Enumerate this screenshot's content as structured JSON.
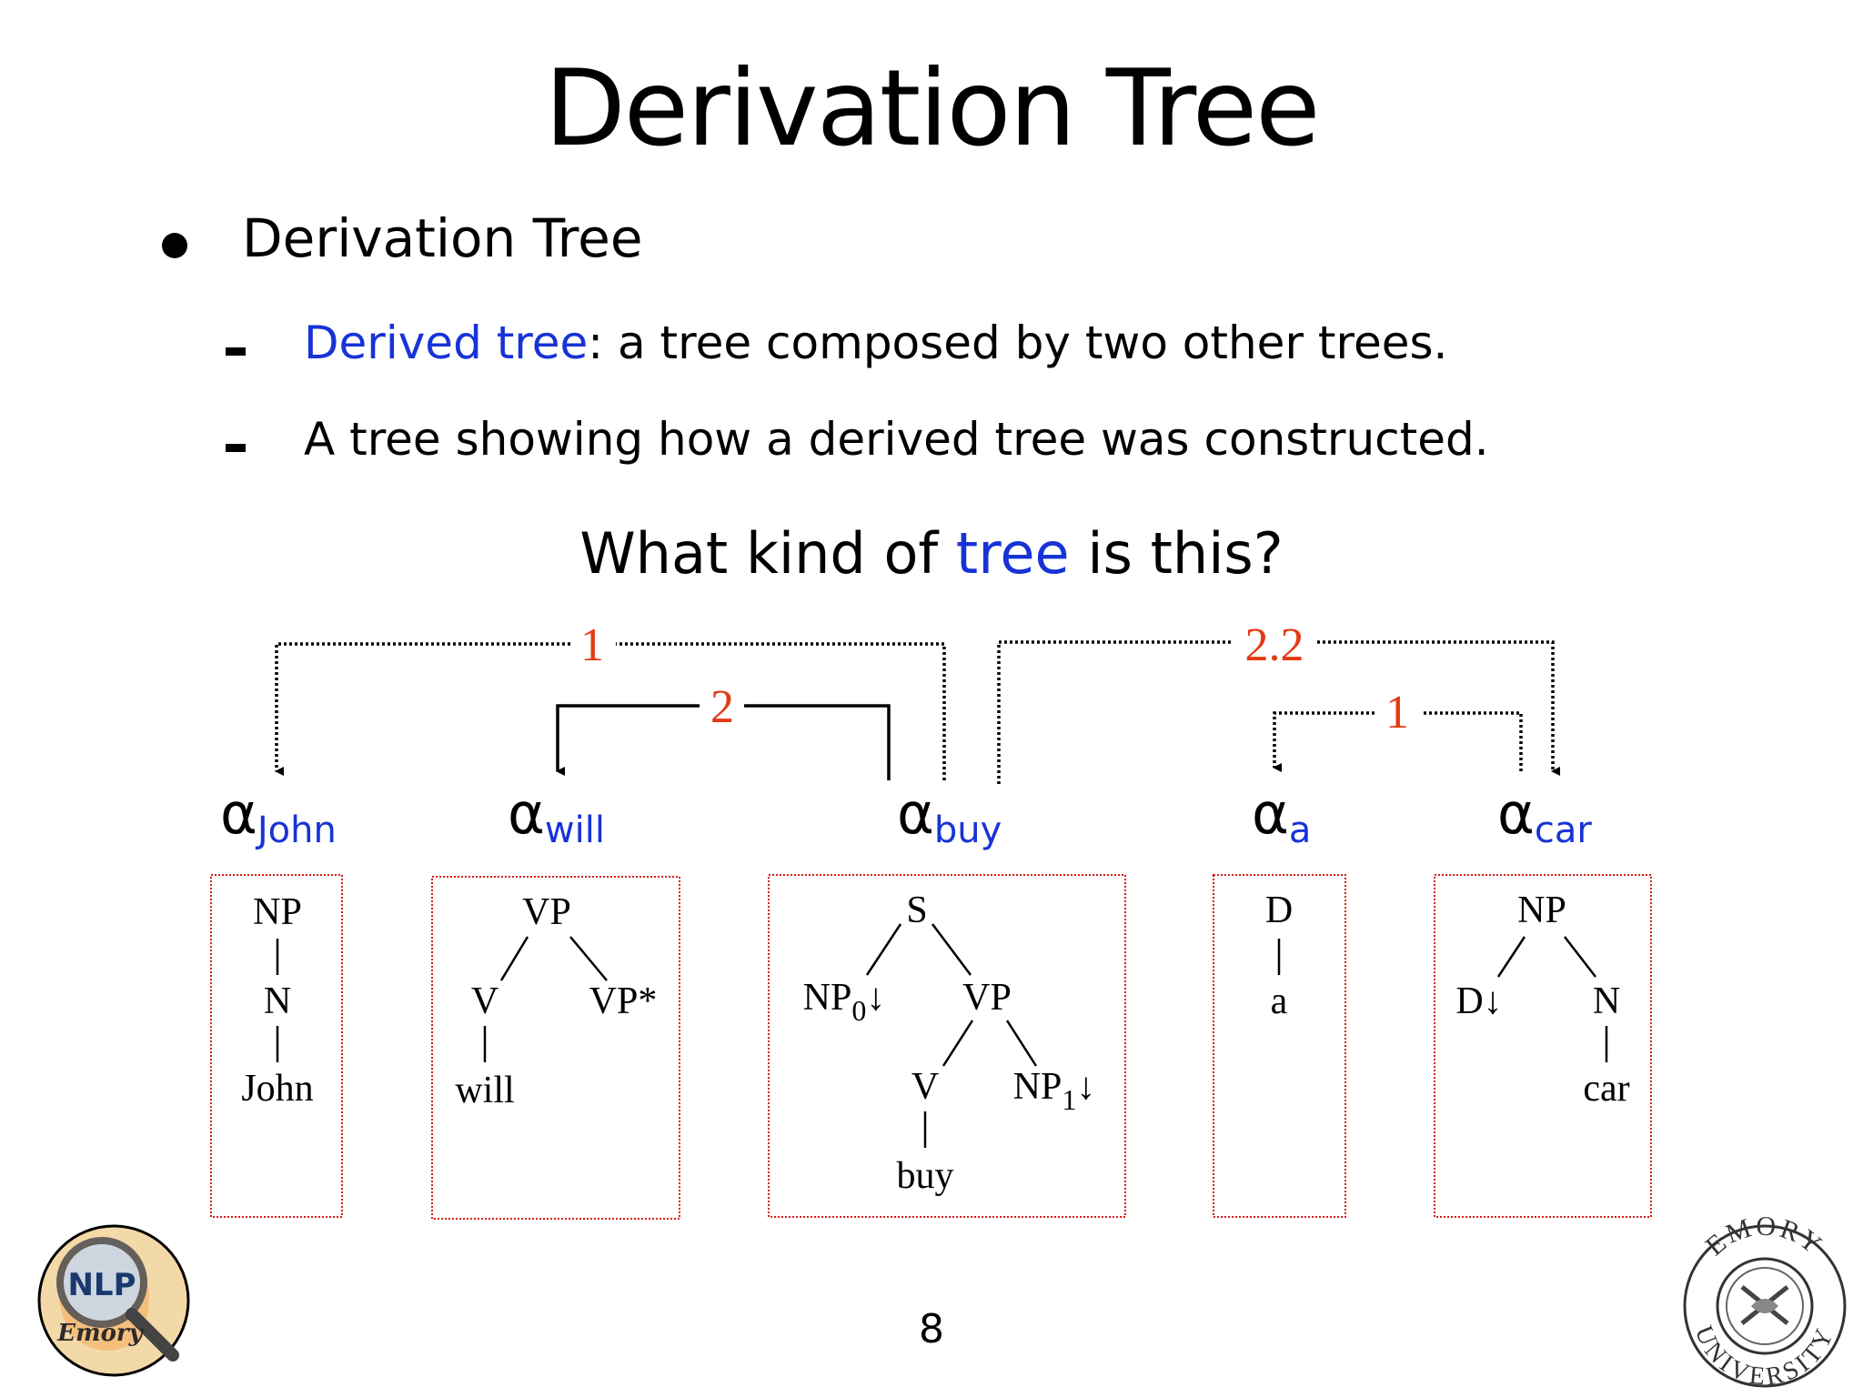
{
  "slide": {
    "title": "Derivation Tree",
    "bullet": "Derivation Tree",
    "sub_items": [
      {
        "highlight": "Derived tree",
        "rest": ": a tree composed by two other trees."
      },
      {
        "highlight": "",
        "rest": "A tree showing how a derived tree was constructed."
      }
    ],
    "question": {
      "before": "What kind of ",
      "highlight": "tree",
      "after": " is this?"
    },
    "page_number": "8"
  },
  "colors": {
    "blue": "#1733d6",
    "red": "#e23a12",
    "box_border": "#d81b1b",
    "text": "#000000"
  },
  "derivation": {
    "alpha_symbol": "α",
    "nodes": [
      {
        "id": "john",
        "subscript": "John"
      },
      {
        "id": "will",
        "subscript": "will"
      },
      {
        "id": "buy",
        "subscript": "buy"
      },
      {
        "id": "a",
        "subscript": "a"
      },
      {
        "id": "car",
        "subscript": "car"
      }
    ],
    "edges": [
      {
        "from": "buy",
        "to": "john",
        "label": "1",
        "style": "dotted"
      },
      {
        "from": "buy",
        "to": "will",
        "label": "2",
        "style": "solid"
      },
      {
        "from": "buy",
        "to": "car",
        "label": "2.2",
        "style": "dotted"
      },
      {
        "from": "car",
        "to": "a",
        "label": "1",
        "style": "dotted"
      }
    ]
  },
  "elementary_trees": {
    "john": [
      "NP",
      "N",
      "John"
    ],
    "will": [
      "VP",
      "V",
      "VP*",
      "will"
    ],
    "buy": [
      "S",
      "NP",
      "0",
      "↓",
      "VP",
      "V",
      "NP",
      "1",
      "↓",
      "buy"
    ],
    "a": [
      "D",
      "a"
    ],
    "car": [
      "NP",
      "D",
      "↓",
      "N",
      "car"
    ]
  },
  "logos": {
    "left": [
      "NLP",
      "Emory"
    ],
    "right": [
      "EMORY",
      "UNIVERSITY"
    ]
  }
}
